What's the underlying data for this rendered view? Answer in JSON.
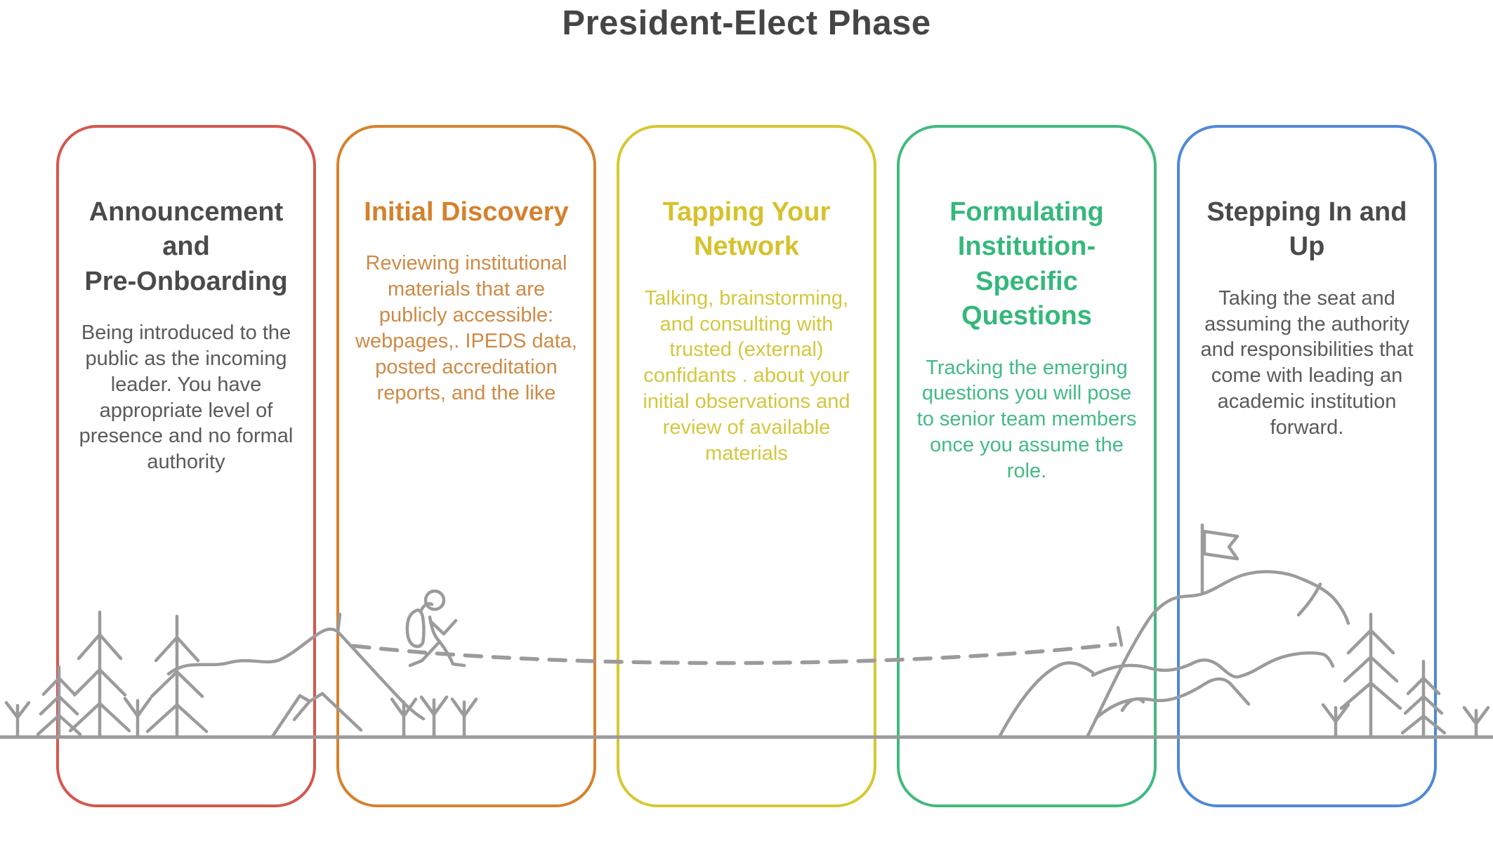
{
  "page": {
    "title": "President-Elect Phase"
  },
  "cards": [
    {
      "name": "announcement-and-pre-onboarding",
      "border_color": "#D4574E",
      "heading_color": "#4A4A4A",
      "body_color": "#5A5A5A",
      "heading_lines": [
        "Announcement",
        "and",
        "Pre-Onboarding"
      ],
      "body": "Being introduced to the public as the incoming leader. You have appropriate level of presence and no formal authority"
    },
    {
      "name": "initial-discovery",
      "border_color": "#D5822D",
      "heading_color": "#D5812D",
      "body_color": "#CE8A45",
      "heading_lines": [
        "Initial Discovery"
      ],
      "body": "Reviewing institutional materials that are publicly accessible: webpages,. IPEDS data, posted accreditation reports, and the like"
    },
    {
      "name": "tapping-your-network",
      "border_color": "#D6C832",
      "heading_color": "#D6C22C",
      "body_color": "#D4C73E",
      "heading_lines": [
        "Tapping Your",
        "Network"
      ],
      "body": "Talking, brainstorming, and consulting with trusted (external) confidants . about your initial observations and review of available materials"
    },
    {
      "name": "formulating-institution-specific-questions",
      "border_color": "#43B97F",
      "heading_color": "#35B87B",
      "body_color": "#43BA85",
      "heading_lines": [
        "Formulating",
        "Institution-",
        "Specific",
        "Questions"
      ],
      "body": "Tracking the emerging questions you will pose to senior team members once you assume the role."
    },
    {
      "name": "stepping-in-and-up",
      "border_color": "#5088D8",
      "heading_color": "#4A4A4A",
      "body_color": "#5A5A5A",
      "heading_lines": [
        "Stepping In and",
        "Up"
      ],
      "body": "Taking the seat and assuming the authority and responsibilities that come with leading an academic institution forward."
    }
  ],
  "illustration": {
    "stroke_color": "#9B9B9B",
    "elements": [
      "ground-line",
      "pine-trees",
      "shrubs",
      "left-mountain-ridge",
      "hiker-with-backpack",
      "dashed-trail",
      "summit-mountain",
      "summit-flag"
    ]
  }
}
